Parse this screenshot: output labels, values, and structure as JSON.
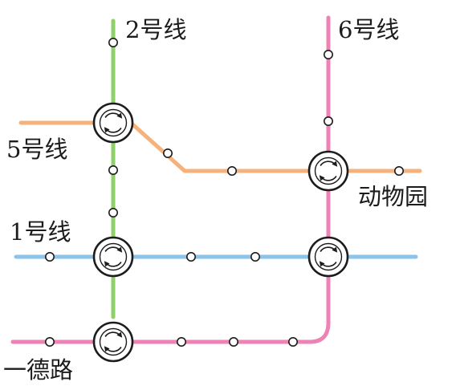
{
  "map": {
    "colors": {
      "line_2": "#8fd06a",
      "line_6": "#ef82b4",
      "line_5": "#f6b27c",
      "line_1": "#8cc3ea",
      "yide_branch": "#ef82b4",
      "ink": "#1c1c1c"
    },
    "labels": {
      "line_2": "2号线",
      "line_6": "6号线",
      "line_5": "5号线",
      "line_1": "1号线",
      "zoo": "动物园",
      "yide_road": "一德路"
    },
    "interchange_icon": "transfer-circle-arrows-icon",
    "station_icon": "station-dot-icon"
  }
}
